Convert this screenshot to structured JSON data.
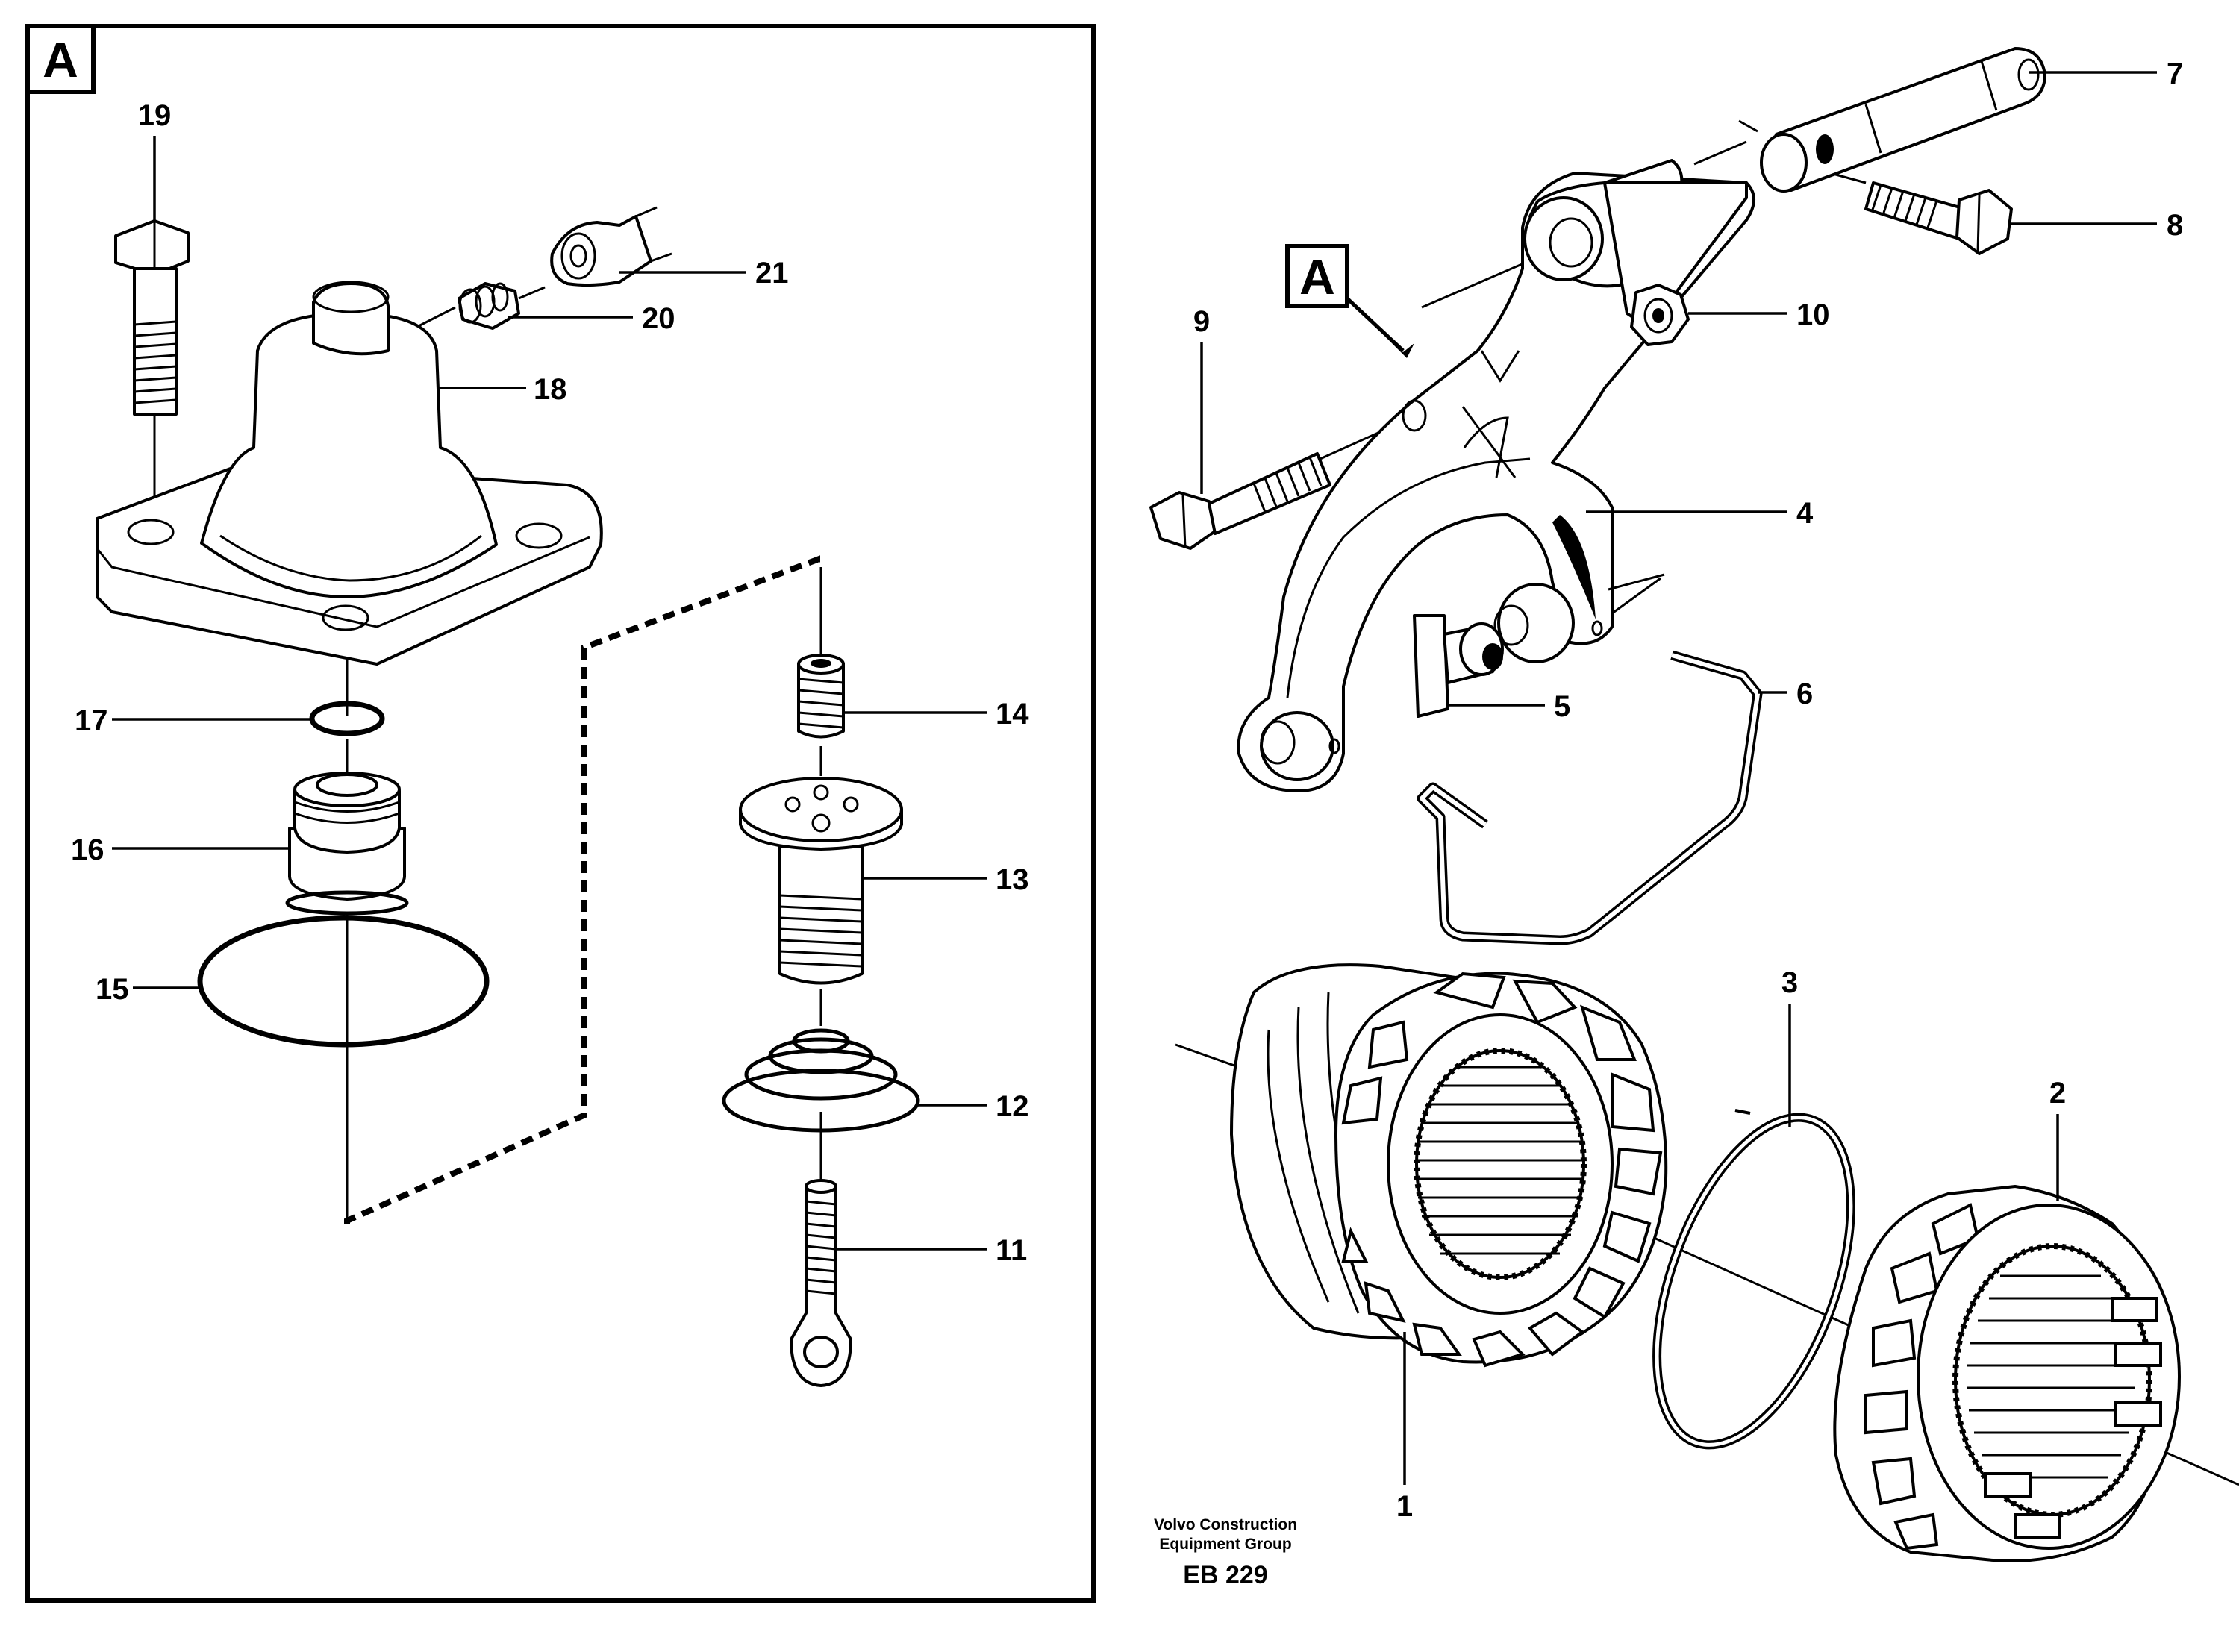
{
  "detail": {
    "letter": "A"
  },
  "callouts": {
    "c1": "1",
    "c2": "2",
    "c3": "3",
    "c4": "4",
    "c5": "5",
    "c6": "6",
    "c7": "7",
    "c8": "8",
    "c9": "9",
    "c10": "10",
    "c11": "11",
    "c12": "12",
    "c13": "13",
    "c14": "14",
    "c15": "15",
    "c16": "16",
    "c17": "17",
    "c18": "18",
    "c19": "19",
    "c20": "20",
    "c21": "21"
  },
  "publisher": {
    "line1": "Volvo Construction",
    "line2": "Equipment Group",
    "code": "EB 229"
  }
}
